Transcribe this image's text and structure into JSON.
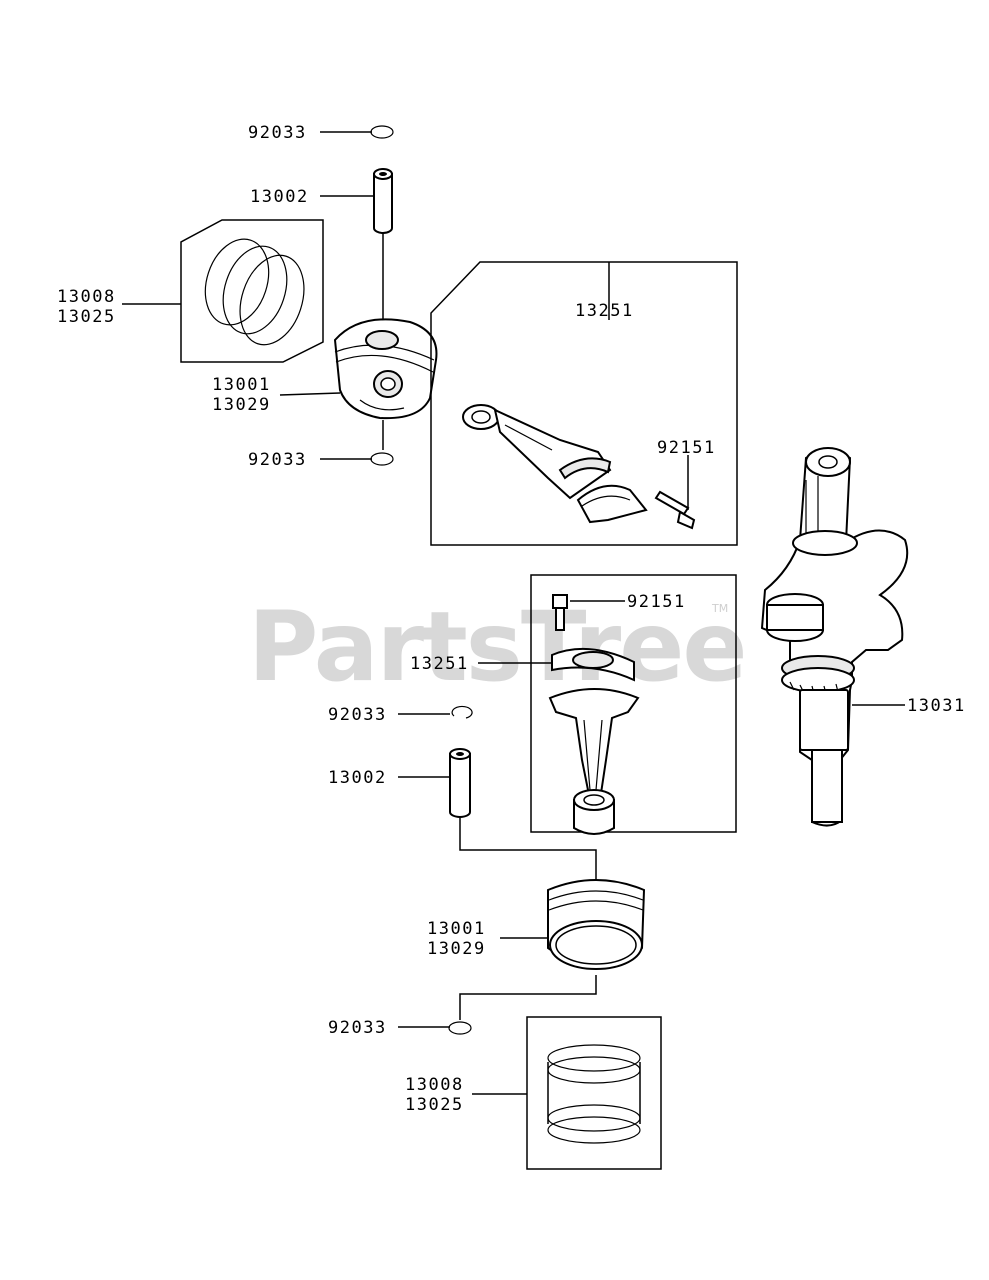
{
  "watermark": {
    "text": "PartsTree",
    "trademark": "TM"
  },
  "labels": {
    "top_snap_ring_upper": "92033",
    "top_pin": "13002",
    "top_rings_a": "13008",
    "top_rings_b": "13025",
    "top_piston_a": "13001",
    "top_piston_b": "13029",
    "top_snap_ring_lower": "92033",
    "top_rod_assy": "13251",
    "top_rod_bolt": "92151",
    "bottom_rod_bolt": "92151",
    "bottom_rod_assy": "13251",
    "crankshaft": "13031",
    "bottom_snap_ring_upper": "92033",
    "bottom_pin": "13002",
    "bottom_piston_a": "13001",
    "bottom_piston_b": "13029",
    "bottom_snap_ring_lower": "92033",
    "bottom_rings_a": "13008",
    "bottom_rings_b": "13025"
  }
}
